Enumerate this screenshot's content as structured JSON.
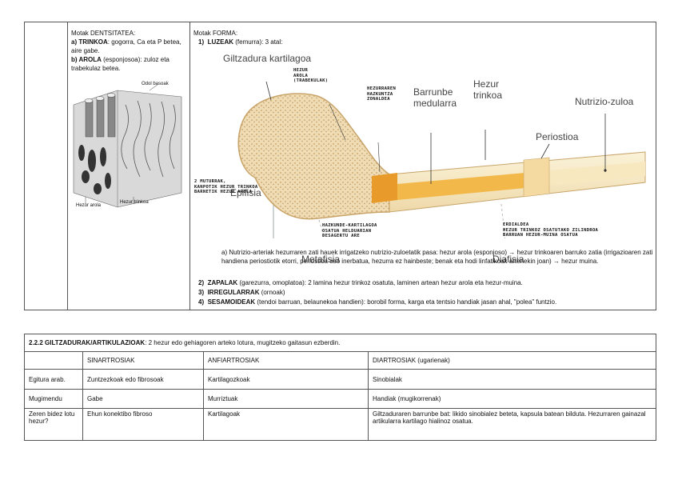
{
  "densitatea": {
    "title": "Motak DENTSITATEA:",
    "a_label": "a) TRINKOA",
    "a_text": ": gogorra, Ca eta P betea, aire gabe.",
    "b_label": "b) AROLA",
    "b_text": " (esponjosoa): zuloz eta trabekulaz betea.",
    "img_labels": {
      "odol": "Odol basoak",
      "arola": "Hezur arola",
      "trinkoa": "Hezur trinkoa"
    }
  },
  "forma": {
    "title": "Motak FORMA:",
    "item1_num": "1)",
    "item1_label": "LUZEAK",
    "item1_text": " (femurra): 3 atal:",
    "diagram": {
      "giltzadura": "Giltzadura kartilagoa",
      "barrunbe": "Barrunbe\nmedularra",
      "hezur_trinkoa": "Hezur\ntrinkoa",
      "nutrizio": "Nutrizio-zuloa",
      "periostioa": "Periostioa",
      "epifisia": "Epifisia",
      "metafisia": "Metafisia",
      "diafisia": "Diafisia",
      "note_arola": "HEZUR\nAROLA\n(TRABEKULAK)",
      "note_hazkuntza": "HEZURRAREN\nHAZKUNTZA\nZONALDEA",
      "note_epifisia": "2 MUTURRAK,\nKANPOTIK HEZUR TRINKOA\nBARNETIK HEZUR AROLA",
      "note_metafisia": "HAZKUNDE-KARTILAGOA\nOSATUA HELDUARIAN\nDESAGERTU ARE",
      "note_diafisia": "ERDIALDEA\nHEZUR TRINKOZ OSATUTAKO ZILINDROA\nBARRUAN HEZUR-MUINA OSATUA"
    },
    "sub_a": "a)  Nutrizio-arteriak hezurraren zati hauek irrigatzeko nutrizio-zuloetatik pasa: hezur arola (esponjoso) → hezur trinkoaren barruko zatia (irrigazioaren zati handiena periostiotik etorri, periostioa oso inerbatua, hezurra ez hainbeste; benak eta hodi linfatikoak arteriekin joan) → hezur muina.",
    "item2_num": "2)",
    "item2_label": "ZAPALAK",
    "item2_text": " (garezurra, omoplatoa): 2 lamina hezur trinkoz osatuta, laminen artean hezur arola eta hezur-muina.",
    "item3_num": "3)",
    "item3_label": "IRREGULARRAK",
    "item3_text": " (ornoak)",
    "item4_num": "4)",
    "item4_label": "SESAMOIDEAK",
    "item4_text": " (tendoi barruan, belaunekoa handien): borobil forma, karga eta tentsio handiak jasan ahal, \"polea\" funtzio."
  },
  "giltzadurak": {
    "heading_bold": "2.2.2 GILTZADURAK/ARTIKULAZIOAK",
    "heading_text": ": 2 hezur edo gehiagoren arteko lotura, mugitzeko gaitasun ezberdin.",
    "columns": [
      "",
      "SINARTROSIAK",
      "ANFIARTROSIAK",
      "DIARTROSIAK (ugarienak)"
    ],
    "rows": [
      {
        "label": "Egitura arab.",
        "c1": "Zuntzezkoak edo fibrosoak",
        "c2": "Kartilagozkoak",
        "c3": "Sinobialak"
      },
      {
        "label": "Mugimendu",
        "c1": "Gabe",
        "c2": "Murriztuak",
        "c3": "Handiak (mugikorrenak)"
      },
      {
        "label": "Zeren bidez lotu hezur?",
        "c1": "Ehun konektibo fibroso",
        "c2": "Kartilagoak",
        "c3": "Giltzaduraren barrunbe bat: likido sinobialez beteta, kapsula batean bilduta. Hezurraren gainazal artikularra kartilago hialinoz osatua."
      }
    ]
  }
}
